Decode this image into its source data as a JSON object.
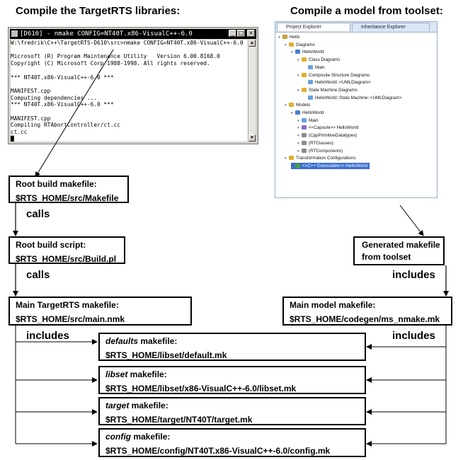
{
  "headings": {
    "left": "Compile the TargetRTS libraries:",
    "right": "Compile a model from toolset:"
  },
  "terminal": {
    "title": "[D610] - nmake CONFIG=NT40T.x86-VisualC++-6.0",
    "lines": [
      "W:\\fredrik\\C++\\TargetRTS-D610\\src>nmake CONFIG=NT40T.x86-VisualC++-6.0",
      "",
      "Microsoft (R) Program Maintenance Utility   Version 6.00.8168.0",
      "Copyright (C) Microsoft Corp 1988-1998. All rights reserved.",
      "",
      "*** NT40T.x86-VisualC++-6.0 ***",
      "",
      "MANIFEST.cpp",
      "Computing dependencies ...",
      "*** NT40T.x86-VisualC++-6.0 ***",
      "",
      "MANIFEST.cpp",
      "Compiling RTAbortController/ct.cc",
      "ct.cc",
      "█"
    ]
  },
  "explorer": {
    "tabs": [
      "Project Explorer",
      "Inheritance Explorer"
    ],
    "tree": [
      {
        "text": "Hello",
        "level": 0,
        "color": "#c8a040"
      },
      {
        "text": "Diagrams",
        "level": 1,
        "color": "#e0b030"
      },
      {
        "text": "HelloWorld",
        "level": 2,
        "color": "#4a7ed0"
      },
      {
        "text": "Class Diagrams",
        "level": 3,
        "color": "#e0b030"
      },
      {
        "text": "Main",
        "level": 4,
        "color": "#6aa0e0"
      },
      {
        "text": "Composite Structure Diagrams",
        "level": 3,
        "color": "#e0b030"
      },
      {
        "text": "HelloWorld::<UMLDiagram>",
        "level": 4,
        "color": "#6aa0e0"
      },
      {
        "text": "State Machine Diagrams",
        "level": 3,
        "color": "#e0b030"
      },
      {
        "text": "HelloWorld::State Machine::<UMLDiagram>",
        "level": 4,
        "color": "#6aa0e0"
      },
      {
        "text": "Models",
        "level": 1,
        "color": "#e0b030"
      },
      {
        "text": "HelloWorld",
        "level": 2,
        "color": "#4a7ed0"
      },
      {
        "text": "Main",
        "level": 3,
        "color": "#6aa0e0"
      },
      {
        "text": "<<Capsule>> HelloWorld",
        "level": 3,
        "color": "#8a6ad0"
      },
      {
        "text": "(CppPrimitiveDatatypes)",
        "level": 3,
        "color": "#8a8a8a"
      },
      {
        "text": "(RTClasses)",
        "level": 3,
        "color": "#8a8a8a"
      },
      {
        "text": "(RTComponents)",
        "level": 3,
        "color": "#8a8a8a"
      },
      {
        "text": "Transformation Configurations",
        "level": 1,
        "color": "#e0b030"
      },
      {
        "text": "<<C++ Executable>> HelloWorld",
        "level": 2,
        "color": "#40a040",
        "selected": true
      }
    ]
  },
  "boxes": {
    "root_makefile": {
      "line1": "Root build makefile:",
      "line2": "$RTS_HOME/src/Makefile"
    },
    "root_script": {
      "line1": "Root build script:",
      "line2": "$RTS_HOME/src/Build.pl"
    },
    "main_targetrts": {
      "line1": "Main TargetRTS makefile:",
      "line2": "$RTS_HOME/src/main.nmk"
    },
    "generated": {
      "line1": "Generated makefile",
      "line2": "from toolset"
    },
    "main_model": {
      "line1": "Main model makefile:",
      "line2": "$RTS_HOME/codegen/ms_nmake.mk"
    },
    "defaults": {
      "italic": "defaults",
      "rest": " makefile:",
      "line2": "$RTS_HOME/libset/default.mk"
    },
    "libset": {
      "italic": "libset",
      "rest": " makefile:",
      "line2": "$RTS_HOME/libset/x86-VisualC++-6.0/libset.mk"
    },
    "target": {
      "italic": "target",
      "rest": " makefile:",
      "line2": "$RTS_HOME/target/NT40T/target.mk"
    },
    "config": {
      "italic": "config",
      "rest": " makefile:",
      "line2": "$RTS_HOME/config/NT40T.x86-VisualC++-6.0/config.mk"
    }
  },
  "edges": {
    "calls_1": "calls",
    "calls_2": "calls",
    "includes_right_1": "includes",
    "includes_left": "includes",
    "includes_right_2": "includes"
  }
}
